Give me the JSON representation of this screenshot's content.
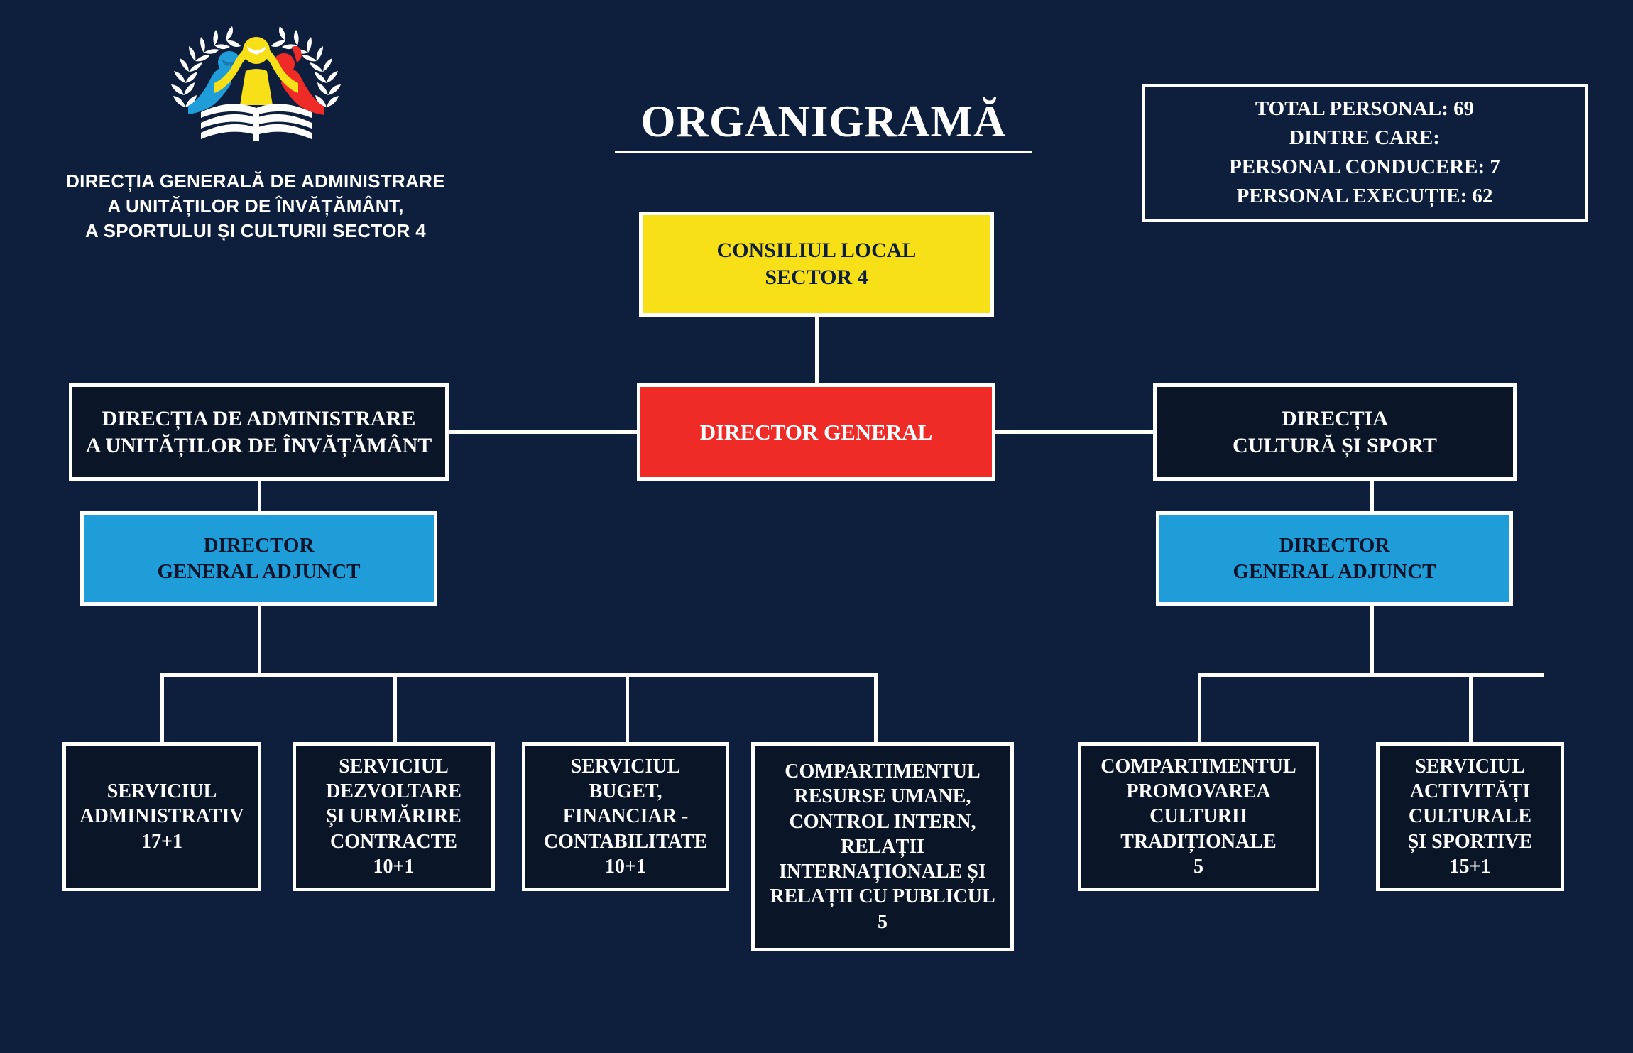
{
  "background_color": "#0d1f3c",
  "brand": {
    "logo_icon": "three-children-book-laurel-logo",
    "logo_colors": {
      "figure_left": "#1f9dd9",
      "figure_center": "#f7e017",
      "figure_right": "#ef2b28",
      "book": "#ffffff",
      "wreath": "#ffffff"
    },
    "org_name_line1": "DIRECȚIA GENERALĂ DE ADMINISTRARE",
    "org_name_line2": "A UNITĂȚILOR DE ÎNVĂȚĂMÂNT,",
    "org_name_line3": "A SPORTULUI ȘI CULTURII SECTOR 4"
  },
  "title": "ORGANIGRAMĂ",
  "stats": {
    "line1": "TOTAL PERSONAL: 69",
    "line2": "DINTRE CARE:",
    "line3": "PERSONAL CONDUCERE: 7",
    "line4": "PERSONAL EXECUȚIE: 62"
  },
  "chart_data": {
    "type": "diagram",
    "diagram_kind": "organizational-chart",
    "nodes": [
      {
        "id": "consiliu",
        "label_lines": [
          "CONSILIUL LOCAL",
          "SECTOR 4"
        ],
        "color": "#f7e017",
        "level": 0
      },
      {
        "id": "director-general",
        "label_lines": [
          "DIRECTOR GENERAL"
        ],
        "color": "#ef2b28",
        "level": 1
      },
      {
        "id": "directia-administrare",
        "label_lines": [
          "DIRECȚIA DE ADMINISTRARE",
          "A UNITĂȚILOR DE ÎNVĂȚĂMÂNT"
        ],
        "color": "#0a1628",
        "level": 1
      },
      {
        "id": "directia-cultura",
        "label_lines": [
          "DIRECȚIA",
          "CULTURĂ ȘI SPORT"
        ],
        "color": "#0a1628",
        "level": 1
      },
      {
        "id": "adjunct-stanga",
        "label_lines": [
          "DIRECTOR",
          "GENERAL ADJUNCT"
        ],
        "color": "#1f9dd9",
        "level": 2
      },
      {
        "id": "adjunct-dreapta",
        "label_lines": [
          "DIRECTOR",
          "GENERAL ADJUNCT"
        ],
        "color": "#1f9dd9",
        "level": 2
      },
      {
        "id": "serviciul-administrativ",
        "label_lines": [
          "SERVICIUL",
          "ADMINISTRATIV",
          "17+1"
        ],
        "staff": "17+1",
        "color": "#0a1628",
        "level": 3
      },
      {
        "id": "serviciul-dezvoltare",
        "label_lines": [
          "SERVICIUL",
          "DEZVOLTARE",
          "ȘI URMĂRIRE",
          "CONTRACTE",
          "10+1"
        ],
        "staff": "10+1",
        "color": "#0a1628",
        "level": 3
      },
      {
        "id": "serviciul-buget",
        "label_lines": [
          "SERVICIUL",
          "BUGET,",
          "FINANCIAR -",
          "CONTABILITATE",
          "10+1"
        ],
        "staff": "10+1",
        "color": "#0a1628",
        "level": 3
      },
      {
        "id": "compartimentul-resurse",
        "label_lines": [
          "COMPARTIMENTUL",
          "RESURSE UMANE,",
          "CONTROL INTERN,",
          "RELAȚII",
          "INTERNAȚIONALE ȘI",
          "RELAȚII CU PUBLICUL",
          "5"
        ],
        "staff": "5",
        "color": "#0a1628",
        "level": 3
      },
      {
        "id": "compartimentul-promovarea",
        "label_lines": [
          "COMPARTIMENTUL",
          "PROMOVAREA",
          "CULTURII",
          "TRADIȚIONALE",
          "5"
        ],
        "staff": "5",
        "color": "#0a1628",
        "level": 3
      },
      {
        "id": "serviciul-activitati",
        "label_lines": [
          "SERVICIUL",
          "ACTIVITĂȚI",
          "CULTURALE",
          "ȘI SPORTIVE",
          "15+1"
        ],
        "staff": "15+1",
        "color": "#0a1628",
        "level": 3
      }
    ],
    "edges": [
      {
        "from": "consiliu",
        "to": "director-general"
      },
      {
        "from": "director-general",
        "to": "directia-administrare"
      },
      {
        "from": "director-general",
        "to": "directia-cultura"
      },
      {
        "from": "directia-administrare",
        "to": "adjunct-stanga"
      },
      {
        "from": "directia-cultura",
        "to": "adjunct-dreapta"
      },
      {
        "from": "adjunct-stanga",
        "to": "serviciul-administrativ"
      },
      {
        "from": "adjunct-stanga",
        "to": "serviciul-dezvoltare"
      },
      {
        "from": "adjunct-stanga",
        "to": "serviciul-buget"
      },
      {
        "from": "adjunct-stanga",
        "to": "compartimentul-resurse"
      },
      {
        "from": "adjunct-dreapta",
        "to": "compartimentul-promovarea"
      },
      {
        "from": "adjunct-dreapta",
        "to": "serviciul-activitati"
      }
    ],
    "totals": {
      "total_personal": 69,
      "personal_conducere": 7,
      "personal_executie": 62
    }
  },
  "nodes": {
    "consiliu": {
      "l1": "CONSILIUL LOCAL",
      "l2": "SECTOR 4"
    },
    "director_general": {
      "l1": "DIRECTOR GENERAL"
    },
    "directia_administrare": {
      "l1": "DIRECȚIA DE ADMINISTRARE",
      "l2": "A UNITĂȚILOR DE ÎNVĂȚĂMÂNT"
    },
    "directia_cultura": {
      "l1": "DIRECȚIA",
      "l2": "CULTURĂ ȘI SPORT"
    },
    "adjunct_stanga": {
      "l1": "DIRECTOR",
      "l2": "GENERAL ADJUNCT"
    },
    "adjunct_dreapta": {
      "l1": "DIRECTOR",
      "l2": "GENERAL ADJUNCT"
    },
    "serviciul_administrativ": {
      "l1": "SERVICIUL",
      "l2": "ADMINISTRATIV",
      "l3": "17+1"
    },
    "serviciul_dezvoltare": {
      "l1": "SERVICIUL",
      "l2": "DEZVOLTARE",
      "l3": "ȘI URMĂRIRE",
      "l4": "CONTRACTE",
      "l5": "10+1"
    },
    "serviciul_buget": {
      "l1": "SERVICIUL",
      "l2": "BUGET,",
      "l3": "FINANCIAR -",
      "l4": "CONTABILITATE",
      "l5": "10+1"
    },
    "compartimentul_resurse": {
      "l1": "COMPARTIMENTUL",
      "l2": "RESURSE UMANE,",
      "l3": "CONTROL INTERN,",
      "l4": "RELAȚII",
      "l5": "INTERNAȚIONALE ȘI",
      "l6": "RELAȚII CU PUBLICUL",
      "l7": "5"
    },
    "compartimentul_promovarea": {
      "l1": "COMPARTIMENTUL",
      "l2": "PROMOVAREA",
      "l3": "CULTURII",
      "l4": "TRADIȚIONALE",
      "l5": "5"
    },
    "serviciul_activitati": {
      "l1": "SERVICIUL",
      "l2": "ACTIVITĂȚI",
      "l3": "CULTURALE",
      "l4": "ȘI SPORTIVE",
      "l5": "15+1"
    }
  }
}
